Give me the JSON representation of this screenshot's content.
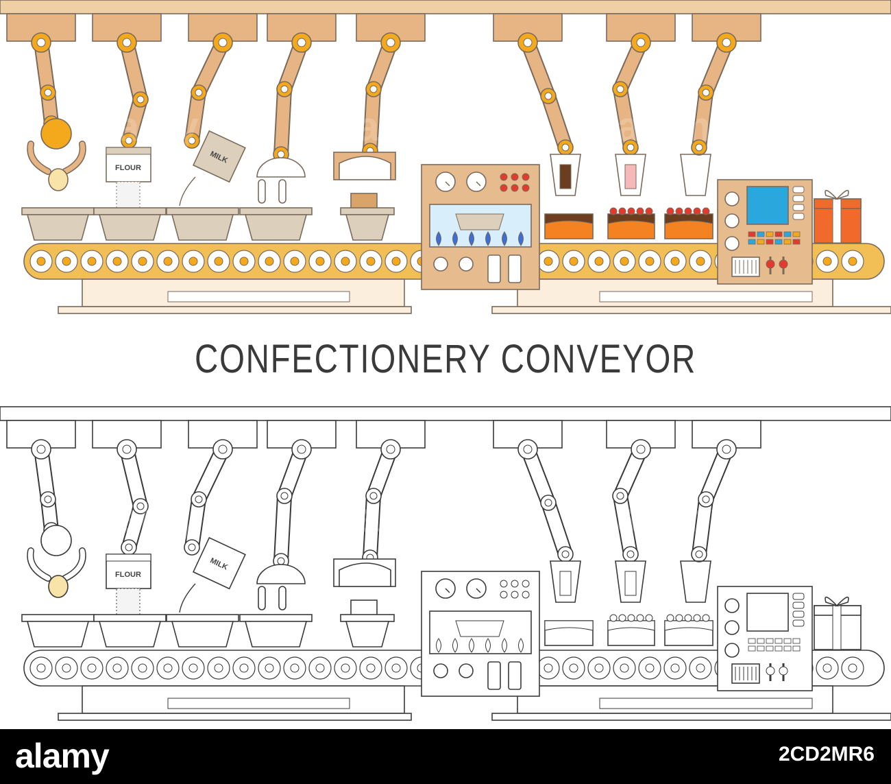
{
  "banner": {
    "title": "CONFECTIONERY CONVEYOR",
    "flour_label": "FLOUR",
    "milk_label": "MILK"
  },
  "stock_footer": {
    "logo": "alamy",
    "image_id": "2CD2MR6"
  },
  "colors": {
    "rail": "#efcfa4",
    "arm": "#e7b583",
    "joint": "#f4a81c",
    "stroke": "#7a6a5c",
    "belt": "#f2be56",
    "bowl": "#dcd0bc",
    "machine": "#e6bb8d",
    "screen": "#2aa7dc",
    "cake": "#f58220",
    "gift": "#f26a2b",
    "outline": "#3a3a3a"
  }
}
